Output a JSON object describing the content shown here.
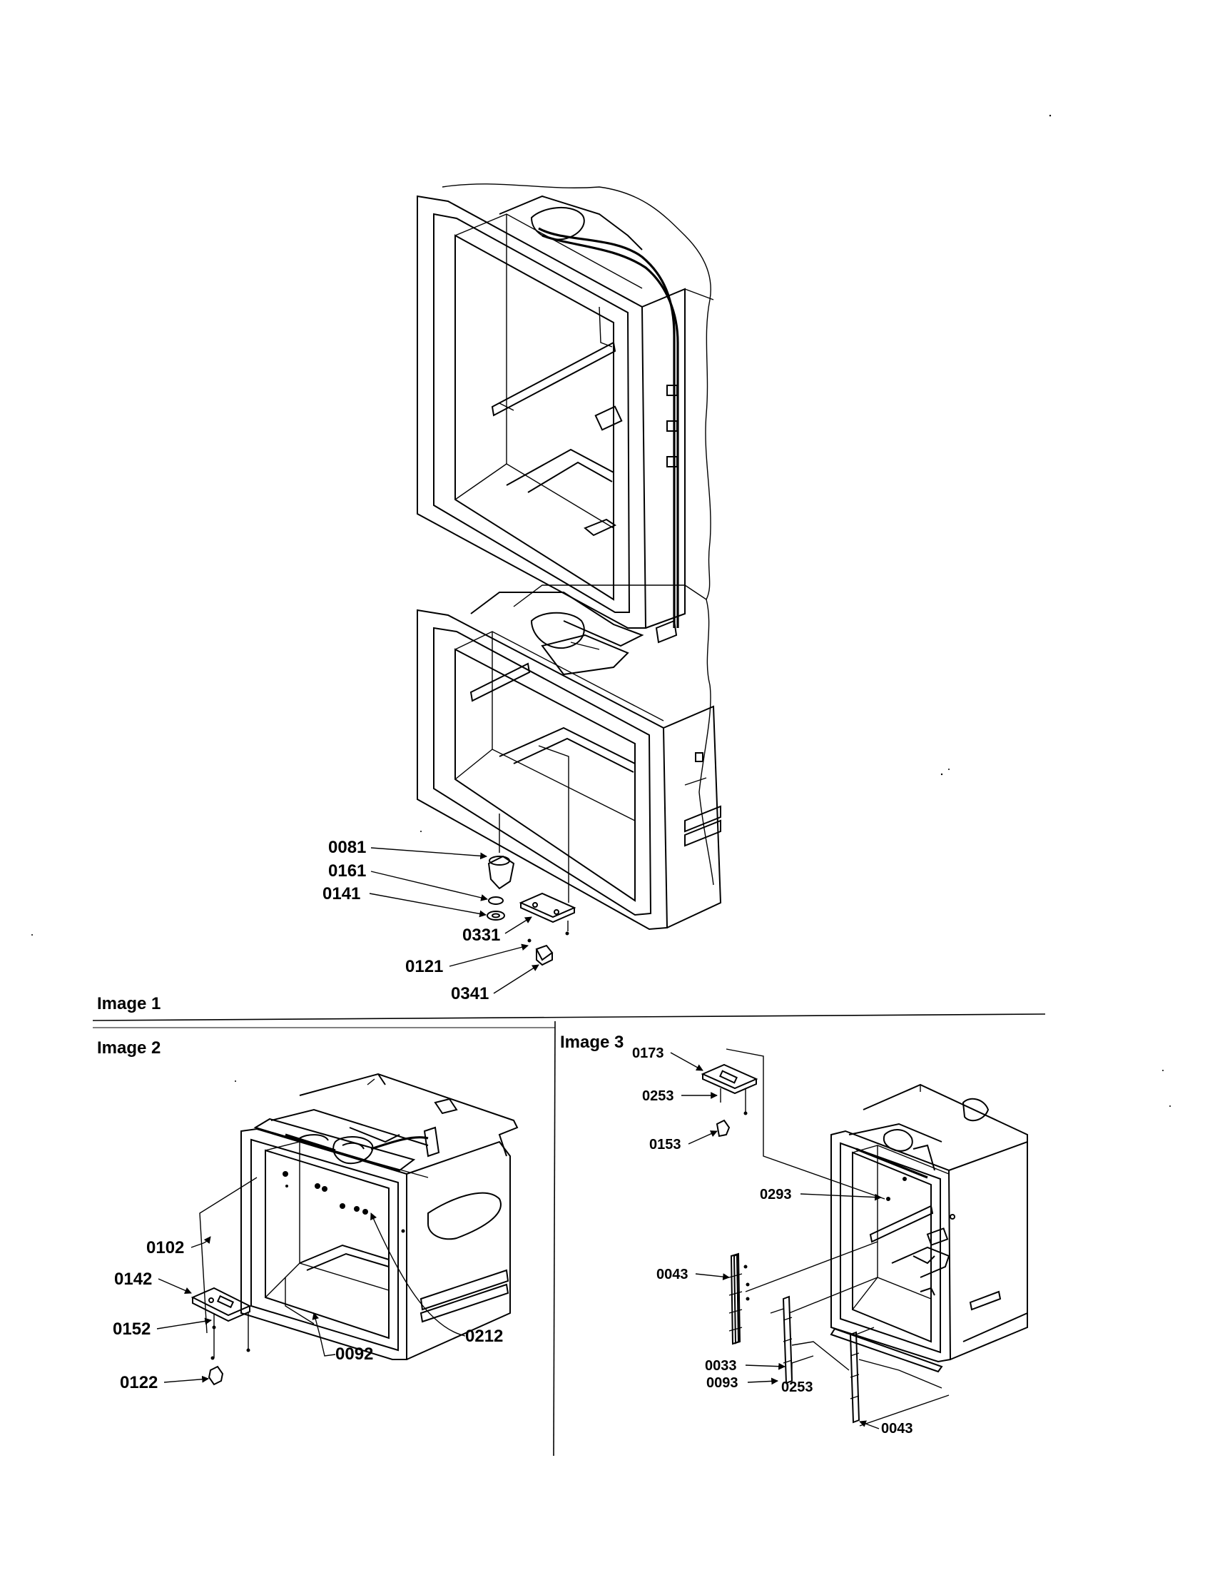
{
  "sections": {
    "image1": "Image 1",
    "image2": "Image 2",
    "image3": "Image 3"
  },
  "callouts": {
    "image1": [
      "0081",
      "0161",
      "0141",
      "0331",
      "0121",
      "0341"
    ],
    "image2": [
      "0102",
      "0142",
      "0152",
      "0122",
      "0212",
      "0092"
    ],
    "image3": [
      "0173",
      "0253",
      "0153",
      "0293",
      "0043",
      "0033",
      "0093",
      "0253",
      "0043"
    ]
  }
}
